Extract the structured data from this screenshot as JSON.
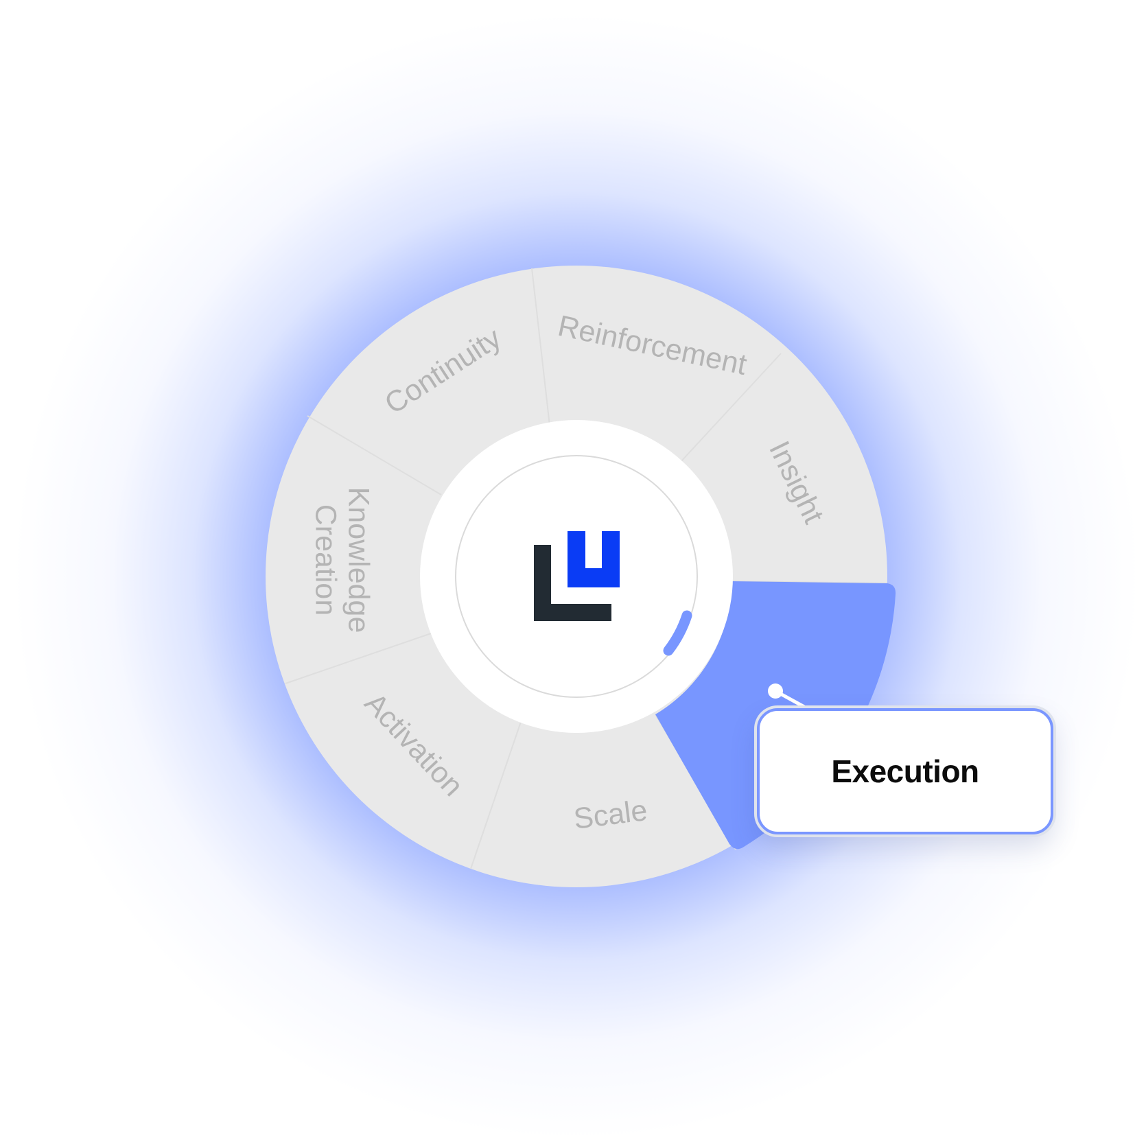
{
  "segments": [
    {
      "id": "reinforcement",
      "label": "Reinforcement",
      "active": false
    },
    {
      "id": "insight",
      "label": "Insight",
      "active": false
    },
    {
      "id": "execution",
      "label": "Execution",
      "active": true
    },
    {
      "id": "scale",
      "label": "Scale",
      "active": false
    },
    {
      "id": "activation",
      "label": "Activation",
      "active": false
    },
    {
      "id": "knowledge-creation",
      "label_line1": "Knowledge",
      "label_line2": "Creation",
      "active": false
    },
    {
      "id": "continuity",
      "label": "Continuity",
      "active": false
    }
  ],
  "callout": {
    "label": "Execution"
  },
  "center_logo": {
    "icon": "brand-logo-icon"
  },
  "colors": {
    "glow": "#4a6eff",
    "segment_fill": "#e9e9e9",
    "segment_divider": "#dedede",
    "active_fill": "#7896ff",
    "label_color": "#b4b4b4",
    "logo_dark": "#222b33",
    "logo_blue": "#0a3cf5",
    "progress_arc": "#7896ff"
  }
}
